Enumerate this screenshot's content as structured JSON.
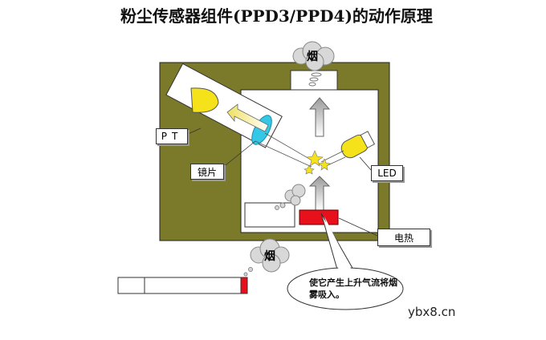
{
  "title": "粉尘传感器组件(PPD3/PPD4)的动作原理",
  "labels": {
    "pt": "PT",
    "mirror": "镜片",
    "led": "LED",
    "heater": "电热",
    "smoke_top": "烟",
    "smoke_bottom": "烟",
    "callout": "使它产生上升气流将烟雾吸入。"
  },
  "watermark": "ybx8.cn",
  "colors": {
    "housing": "#7b7a2a",
    "lens": "#35c7e6",
    "led_bulb": "#f5e21a",
    "heater": "#e8101a",
    "cigarette_tip": "#e8101a"
  }
}
